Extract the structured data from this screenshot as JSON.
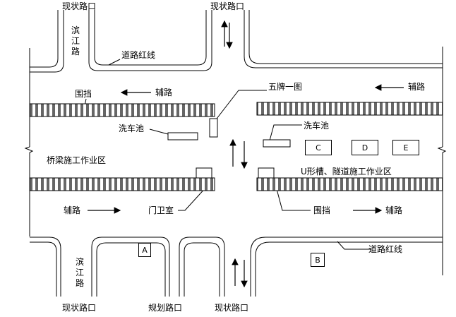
{
  "labels": {
    "top_left_junction": "现状路口",
    "top_right_junction": "现状路口",
    "binjiang_top": "滨江路",
    "red_line_top": "道路红线",
    "five_boards": "五牌一图",
    "fence_top": "围挡",
    "aux_road_top_left": "辅路",
    "aux_road_top_right": "辅路",
    "wash_left": "洗车池",
    "wash_right": "洗车池",
    "bridge_zone": "桥梁施工作业区",
    "tunnel_zone": "U形槽、隧道施工作业区",
    "aux_road_bottom_left": "辅路",
    "guard_room": "门卫室",
    "fence_bottom": "围挡",
    "aux_road_bottom_right": "辅路",
    "binjiang_bottom": "滨江路",
    "red_line_bottom": "道路红线",
    "bottom_left_junction": "现状路口",
    "bottom_mid_junction": "规划路口",
    "bottom_right_junction": "现状路口"
  },
  "markers": {
    "A": "A",
    "B": "B",
    "C": "C",
    "D": "D",
    "E": "E"
  }
}
